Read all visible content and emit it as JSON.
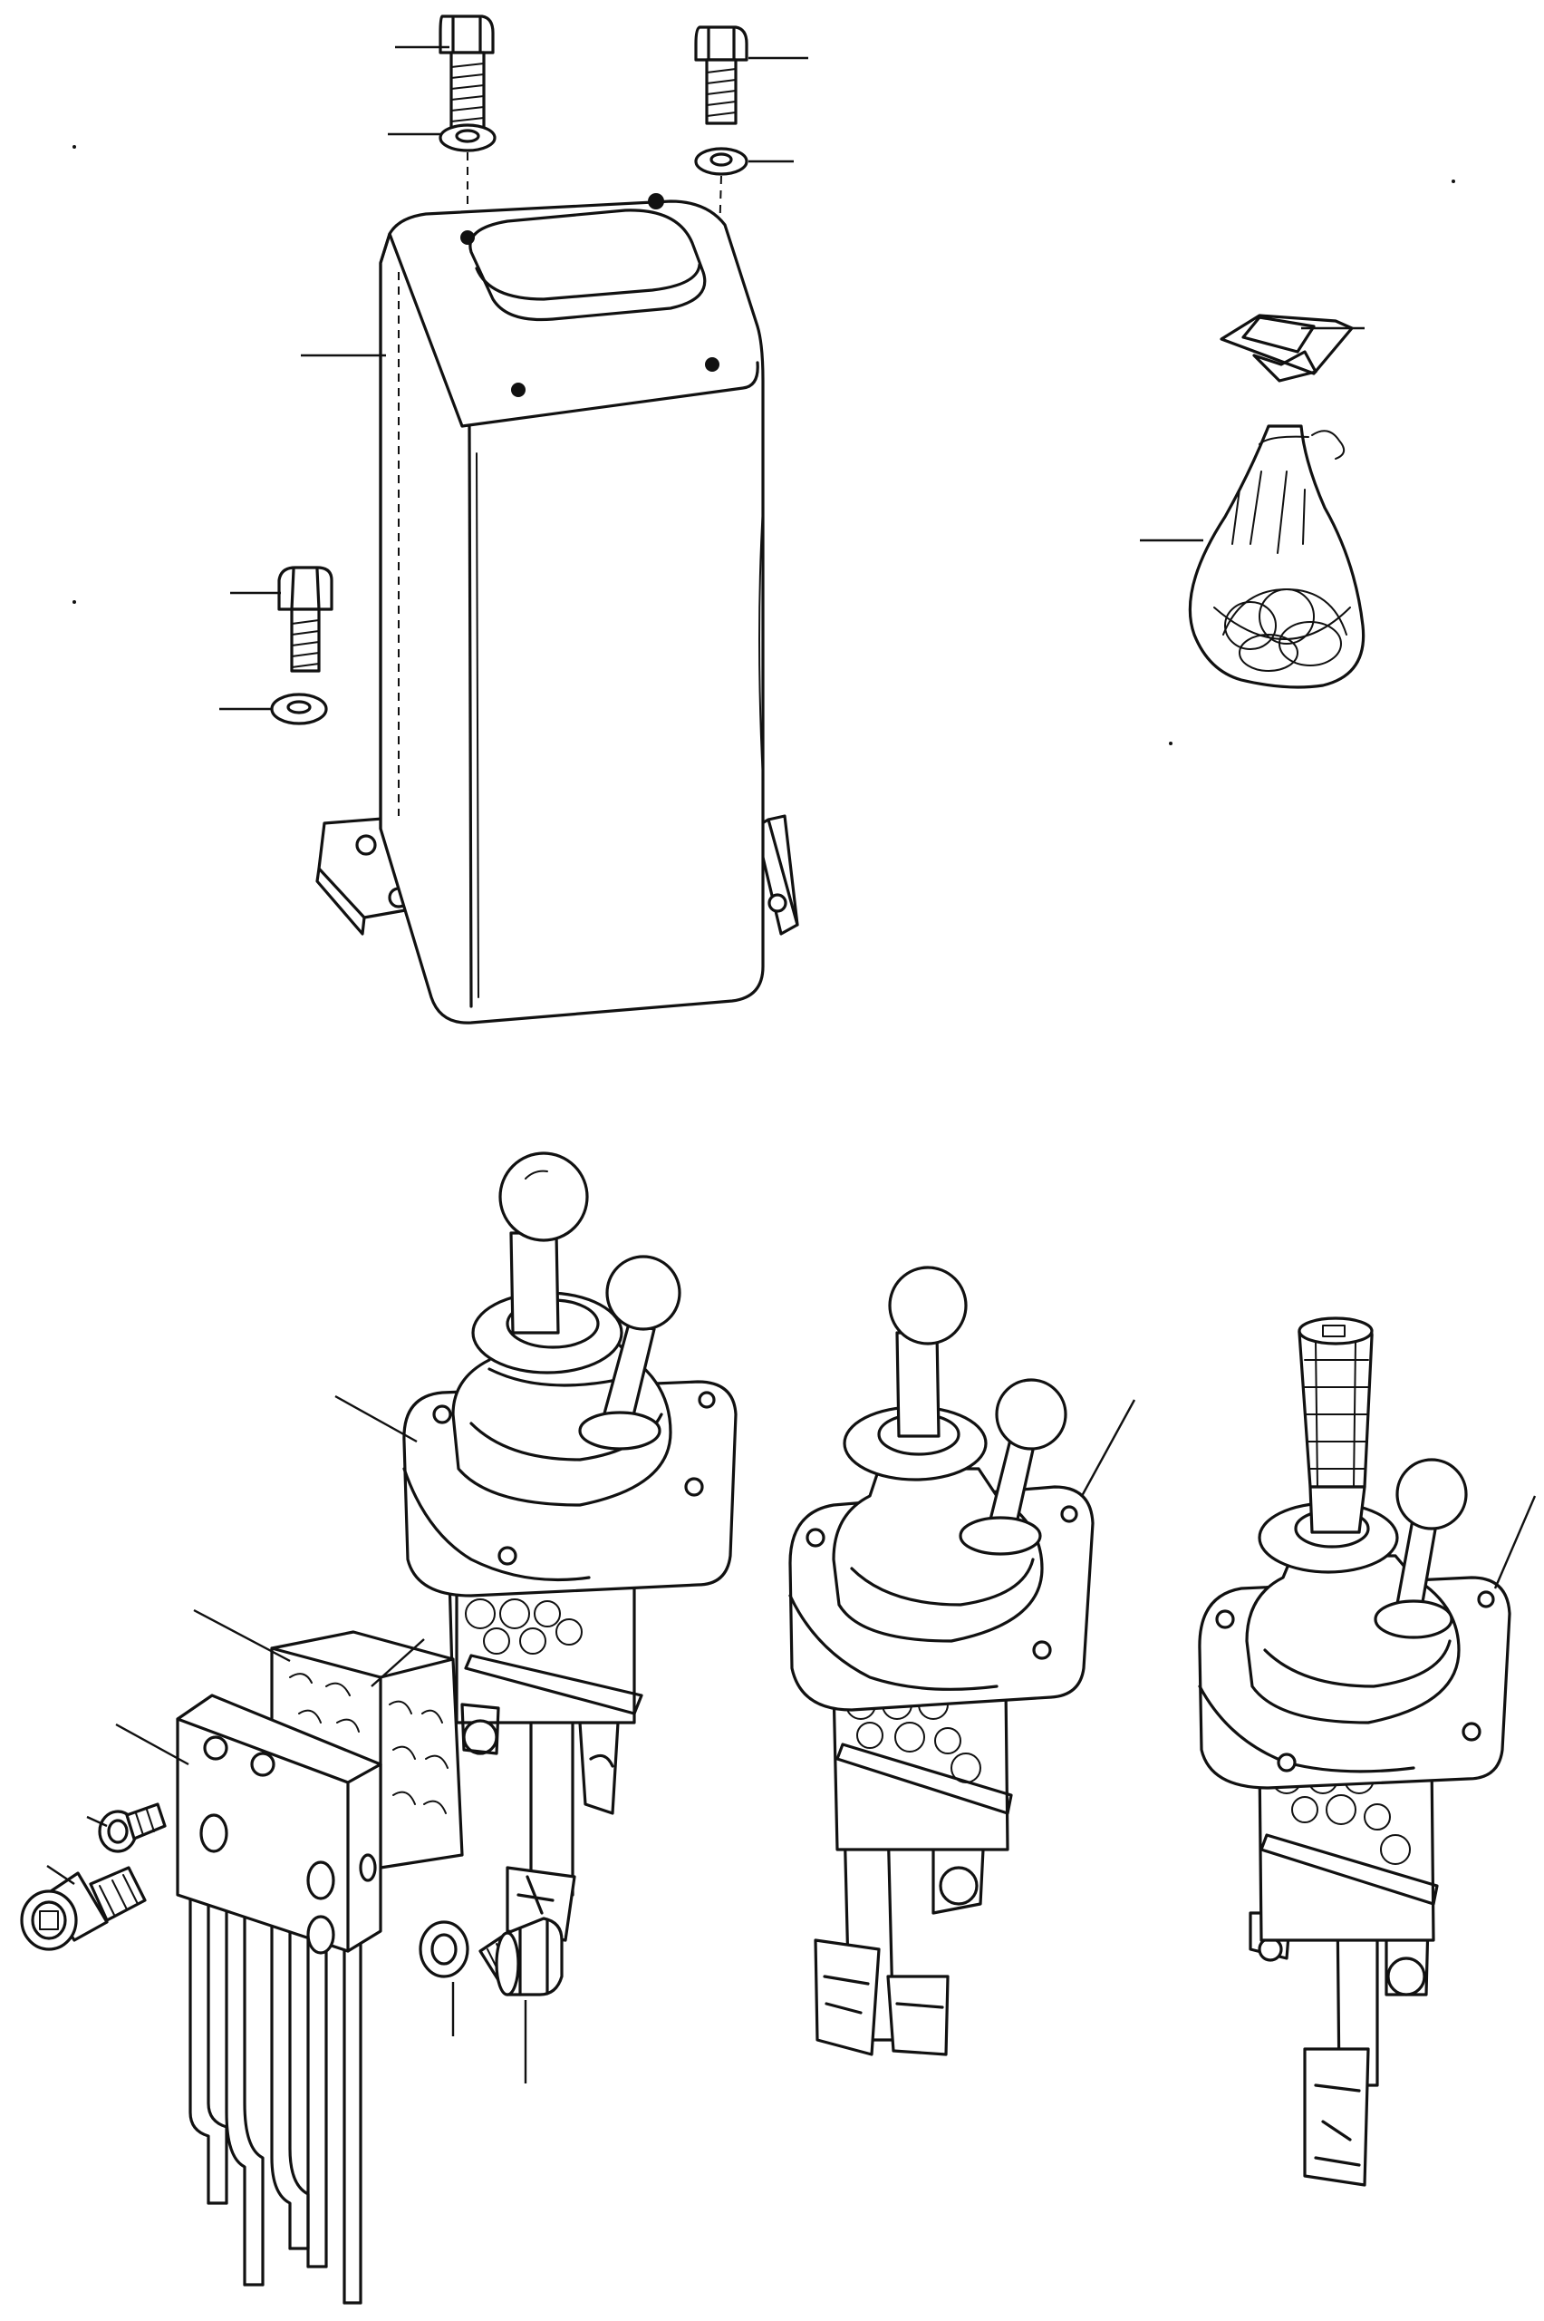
{
  "diagram": {
    "parts": [
      "bolt-top-left",
      "washer-top-left",
      "bolt-top-right",
      "washer-top-right",
      "control-housing",
      "bolt-side",
      "washer-side",
      "seal-kit-bag",
      "control-valve-assembly-1",
      "control-valve-assembly-2",
      "control-valve-assembly-3",
      "gasket",
      "pipe-manifold-block",
      "socket-head-screw-large",
      "socket-head-screw-small",
      "sealing-washer",
      "banjo-bolt"
    ],
    "colors": {
      "ink": "#111111",
      "paper": "#ffffff"
    }
  }
}
